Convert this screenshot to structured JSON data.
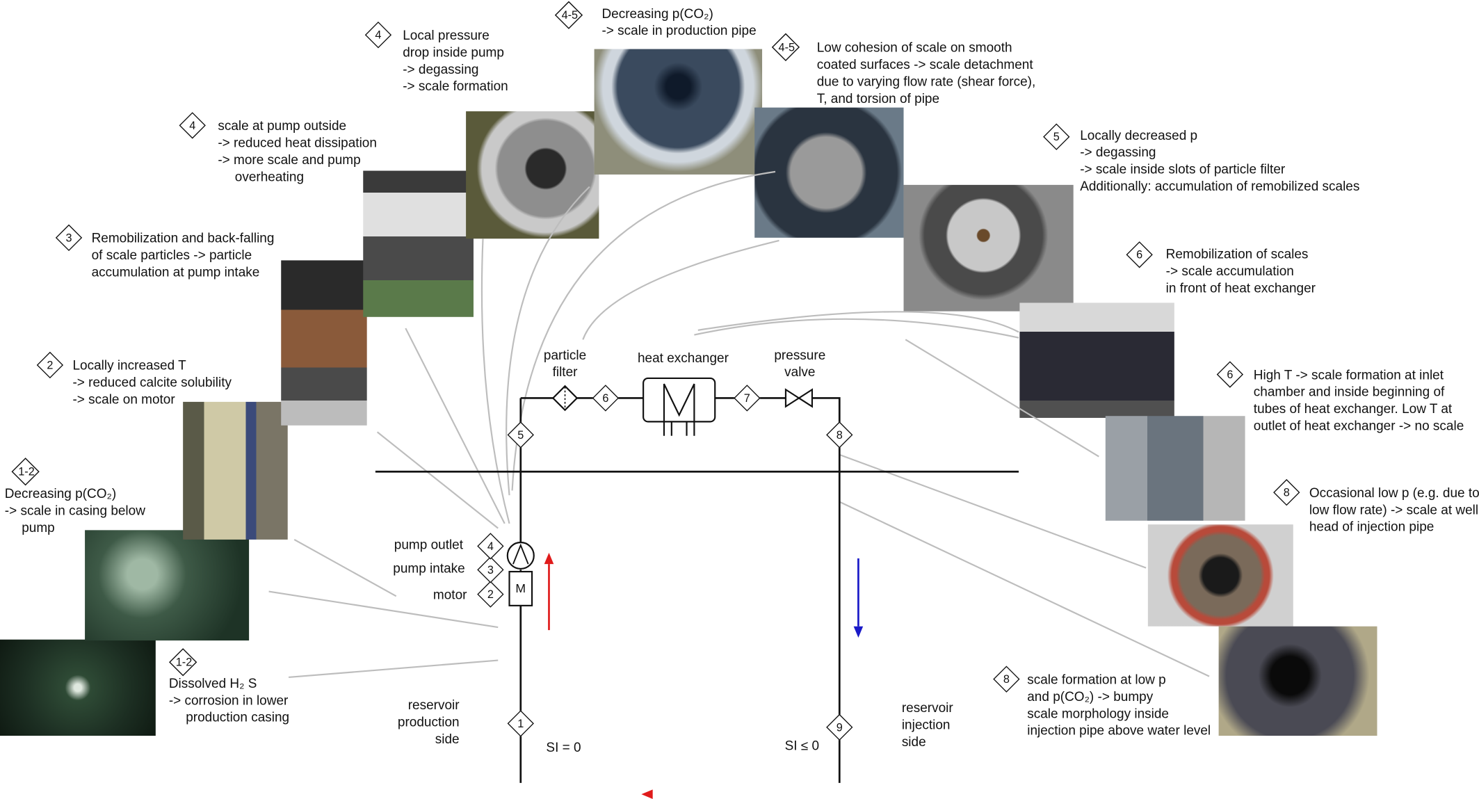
{
  "schematic": {
    "components": {
      "particle_filter": [
        "particle",
        "filter"
      ],
      "heat_exchanger": "heat exchanger",
      "pressure_valve": [
        "pressure",
        "valve"
      ],
      "motor_box": "M",
      "pump_outlet": "pump outlet",
      "pump_intake": "pump intake",
      "motor": "motor"
    },
    "sides": {
      "production": [
        "reservoir",
        "production",
        "side"
      ],
      "injection": [
        "reservoir",
        "injection",
        "side"
      ]
    },
    "saturation": {
      "production": "SI = 0",
      "injection": "SI ≤ 0"
    },
    "node_markers": {
      "n1": "1",
      "n2": "2",
      "n3": "3",
      "n4": "4",
      "n5": "5",
      "n6": "6",
      "n7": "7",
      "n8": "8",
      "n9": "9"
    },
    "colors": {
      "production_arrow": "#e01b1b",
      "injection_arrow": "#1a1ac8",
      "lines": "#111111",
      "leaders": "#bdbdbd"
    }
  },
  "annotations": {
    "a12_casing": {
      "marker": "1-2",
      "lines": [
        "Decreasing p(CO₂)",
        "-> scale in casing below",
        "pump"
      ]
    },
    "a12_h2s": {
      "marker": "1-2",
      "lines": [
        "Dissolved H₂ S",
        "-> corrosion in lower",
        "production casing"
      ]
    },
    "a2_motor": {
      "marker": "2",
      "lines": [
        "Locally increased T",
        "-> reduced calcite solubility",
        "-> scale on motor"
      ]
    },
    "a3_remob": {
      "marker": "3",
      "lines": [
        "Remobilization and back-falling",
        "of scale particles -> particle",
        "accumulation at pump intake"
      ]
    },
    "a4_outside": {
      "marker": "4",
      "lines": [
        "scale at pump outside",
        "-> reduced heat dissipation",
        "-> more scale and pump",
        "overheating"
      ]
    },
    "a4_local": {
      "marker": "4",
      "lines": [
        "Local pressure",
        "drop inside pump",
        "-> degassing",
        "-> scale formation"
      ]
    },
    "a45_prod": {
      "marker": "4-5",
      "lines": [
        "Decreasing p(CO₂)",
        "-> scale in production pipe"
      ]
    },
    "a45_cohesion": {
      "marker": "4-5",
      "lines": [
        "Low cohesion of scale on smooth",
        "coated surfaces -> scale detachment",
        "due to varying flow rate (shear force),",
        "T, and torsion of pipe"
      ]
    },
    "a5_filter": {
      "marker": "5",
      "lines": [
        "Locally decreased p",
        "-> degassing",
        "-> scale inside slots of particle filter",
        "Additionally: accumulation of remobilized scales"
      ]
    },
    "a6_remob": {
      "marker": "6",
      "lines": [
        "Remobilization of scales",
        "-> scale accumulation",
        "in front of heat exchanger"
      ]
    },
    "a6_hight": {
      "marker": "6",
      "lines": [
        "High T -> scale formation at inlet",
        "chamber and inside beginning of",
        "tubes of heat exchanger. Low T at",
        "outlet of heat exchanger -> no scale"
      ]
    },
    "a8_lowp": {
      "marker": "8",
      "lines": [
        "Occasional low p (e.g. due to",
        "low flow rate) -> scale at well",
        "head of injection pipe"
      ]
    },
    "a8_bumpy": {
      "marker": "8",
      "lines": [
        "scale formation at low p",
        "and p(CO₂) -> bumpy",
        "scale morphology inside",
        "injection pipe above water level"
      ]
    }
  }
}
